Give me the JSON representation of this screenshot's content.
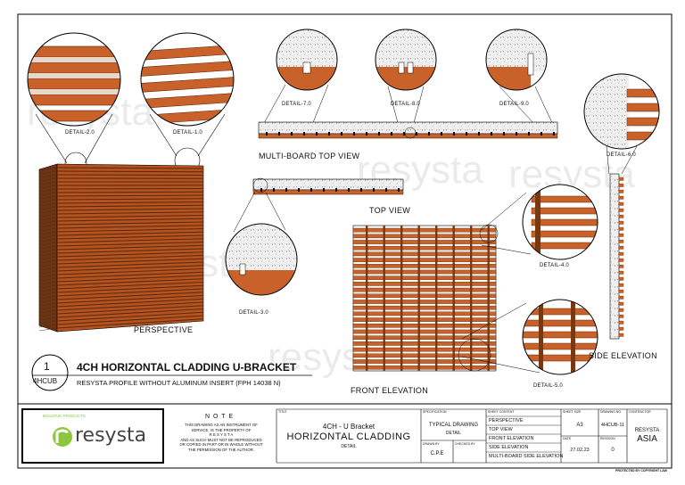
{
  "details": {
    "d2": "DETAIL-2.0",
    "d1": "DETAIL-1.0",
    "d7": "DETAIL-7.0",
    "d8": "DETAIL-8.0",
    "d9": "DETAIL-9.0",
    "d6": "DETAIL-6.0",
    "d3": "DETAIL-3.0",
    "d4": "DETAIL-4.0",
    "d5": "DETAIL-5.0"
  },
  "views": {
    "multi_board_top": "MULTI-BOARD TOP VIEW",
    "top": "TOP VIEW",
    "perspective": "PERSPECTIVE",
    "front_elevation": "FRONT ELEVATION",
    "side_elevation": "SIDE ELEVATION"
  },
  "drawing_title": {
    "number": "1",
    "code": "4HCUB",
    "title": "4CH HORIZONTAL CLADDING U-BRACKET",
    "subtitle": "RESYSTA PROFILE WITHOUT ALUMINUM INSERT (FPH 14038 N)"
  },
  "watermark": {
    "text": "resysta"
  },
  "title_block": {
    "logo_small": "BUILDING PRODUCTS",
    "logo_text": "resysta",
    "note_heading": "N O T E",
    "note_text": [
      "THIS   DRAWING   AS   AN   INSTRUMENT   OF",
      "SERVICE,  IS  THE  PROPERTY  OF",
      "R E S Y S T A",
      "AND  AS  SUCH  MUST  NOT  BE  REPRODUCED",
      "OR  COPIED  IN  PART  OR  IN  WHOLE  WITHOUT",
      "THE  PERMISSION  OF  THE  AUTHOR."
    ],
    "title_hdr": "TITLE",
    "title_line1": "4CH - U Bracket",
    "title_line2": "HORIZONTAL CLADDING",
    "title_line3": "DETAIL",
    "spec_hdr": "SPECIFICATION",
    "spec_line1": "TYPICAL DRAWING",
    "spec_line2": "DETAIL",
    "drawn_hdr": "DRAWN BY",
    "drawn_val": "C.P.E",
    "checked_hdr": "CHECKED BY",
    "sheet_hdr": "SHEET CONTENT",
    "sheet_items": [
      "PERSPECTIVE",
      "TOP VIEW",
      "FRONT ELEVATION",
      "SIDE ELEVATION",
      "MULTI-BOARD SIDE ELEVATION"
    ],
    "size_hdr": "SHEET SIZE",
    "size_val": "A3",
    "drawing_no_hdr": "DRAWING NO.",
    "drawing_no_val": "4HCUB-11",
    "date_hdr": "DATE",
    "date_val": "27.02.23",
    "revision_hdr": "REVISION",
    "revision_val": "0",
    "contractor_hdr": "CONTRACTOR",
    "contractor_line1": "RESYSTA",
    "contractor_line2": "ASIA",
    "copyright": "PROTECTED BY COPYRIGHT LAW"
  },
  "colors": {
    "wood": "#C8622A",
    "wood_dark": "#7A3810",
    "concrete": "#EDEDED"
  }
}
